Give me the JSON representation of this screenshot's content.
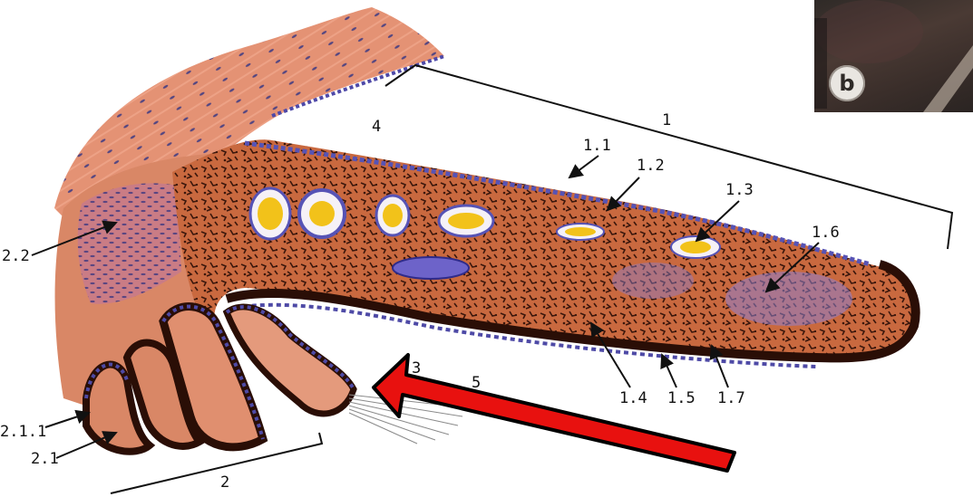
{
  "labels": {
    "l1": "1",
    "l1_1": "1.1",
    "l1_2": "1.2",
    "l1_3": "1.3",
    "l1_4": "1.4",
    "l1_5": "1.5",
    "l1_6": "1.6",
    "l1_7": "1.7",
    "l2": "2",
    "l2_1": "2.1",
    "l2_1_1": "2.1.1",
    "l2_2": "2.2",
    "l3": "3",
    "l4": "4",
    "l5": "5"
  },
  "inset": {
    "badge": "b"
  },
  "colors": {
    "tissue": "#d9825f",
    "muscle": "#e08a6c",
    "dark_cells": "#3a1a10",
    "nuclei": "#5a57b8",
    "vessel_fill": "#f2c21a",
    "arrow": "#e8110f"
  },
  "icons": {
    "pointer": "red-arrow-icon"
  }
}
